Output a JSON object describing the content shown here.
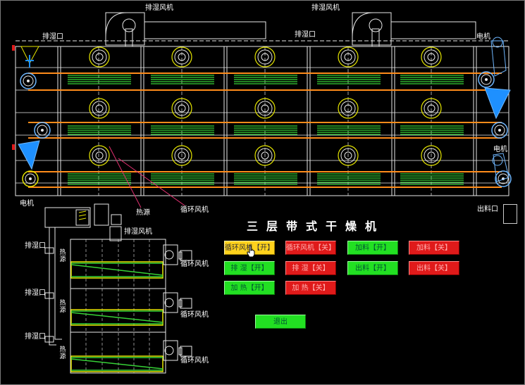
{
  "top_labels": {
    "exhaust_fan_left": "排湿风机",
    "exhaust_fan_right": "排湿风机",
    "exhaust_port_left": "排湿口",
    "exhaust_port_right": "排湿口",
    "motor_top": "电机",
    "motor_right": "电机",
    "motor_left": "电机",
    "heat_source": "热源",
    "circulation_fan": "循环风机",
    "outlet": "出料口"
  },
  "side_view": {
    "top_fan": "排湿风机",
    "exhaust_ports": [
      "排湿口",
      "排湿口",
      "排湿口"
    ],
    "heat_sources": [
      "热源",
      "热源",
      "热源"
    ],
    "circulation_fans": [
      "循环风机",
      "循环风机",
      "循环风机"
    ]
  },
  "panel": {
    "title": "三层带式干燥机",
    "buttons": [
      {
        "label": "循环风机【开】",
        "state": "hover"
      },
      {
        "label": "循环风机【关】",
        "state": "off"
      },
      {
        "label": "加料【开】",
        "state": "on"
      },
      {
        "label": "加料【关】",
        "state": "off"
      },
      {
        "label": "排   湿【开】",
        "state": "on"
      },
      {
        "label": "排   湿【关】",
        "state": "off"
      },
      {
        "label": "出料【开】",
        "state": "on"
      },
      {
        "label": "出料【关】",
        "state": "off"
      },
      {
        "label": "加   热【开】",
        "state": "on"
      },
      {
        "label": "加   热【关】",
        "state": "off"
      }
    ],
    "exit_label": "退出"
  },
  "colors": {
    "belt": "#ff8c1a",
    "frame": "#e8e8e8",
    "heater": "#36d236",
    "fan_ring": "#e6e600",
    "on": "#22e022",
    "off": "#e01a1a",
    "hover": "#ffd21c"
  }
}
